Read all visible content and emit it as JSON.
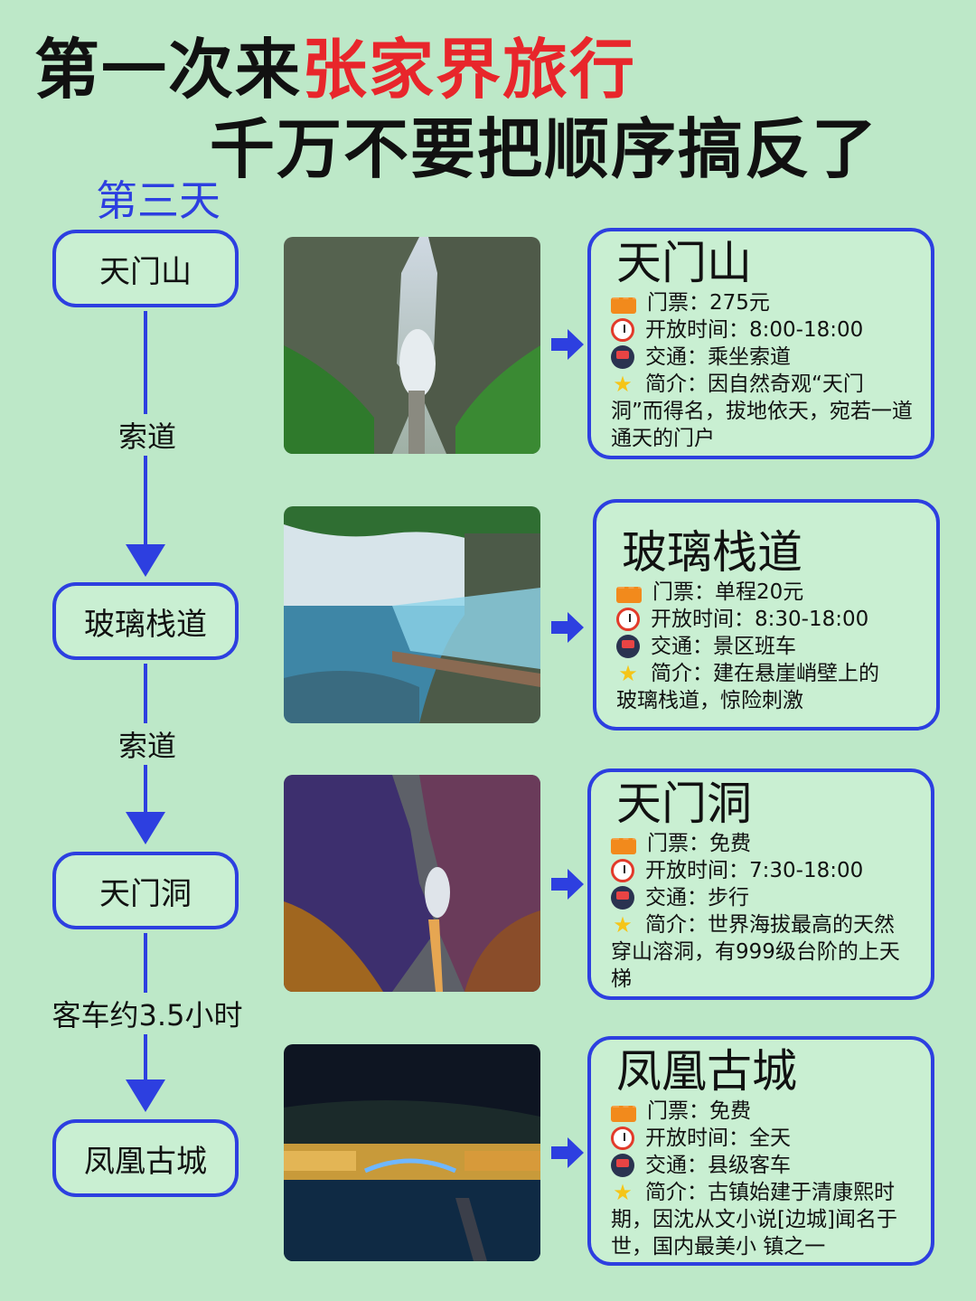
{
  "header": {
    "title_prefix": "第一次来",
    "title_highlight": "张家界旅行",
    "subtitle": "千万不要把顺序搞反了"
  },
  "day_label": "第三天",
  "route": {
    "nodes": [
      "天门山",
      "玻璃栈道",
      "天门洞",
      "凤凰古城"
    ],
    "edges": [
      "索道",
      "索道",
      "客车约3.5小时"
    ]
  },
  "cards": [
    {
      "title": "天门山",
      "ticket": "门票：275元",
      "hours": "开放时间：8:00-18:00",
      "transport": "交通：乘坐索道",
      "intro_head": "简介：因自然奇观“天门",
      "intro_rest": "洞”而得名，拔地依天，宛若一道通天的门户"
    },
    {
      "title": "玻璃栈道",
      "ticket": "门票：单程20元",
      "hours": "开放时间：8:30-18:00",
      "transport": "交通：景区班车",
      "intro_head": "简介：建在悬崖峭壁上的",
      "intro_rest": "玻璃栈道，惊险刺激"
    },
    {
      "title": "天门洞",
      "ticket": "门票：免费",
      "hours": "开放时间：7:30-18:00",
      "transport": "交通：步行",
      "intro_head": "简介：世界海拔最高的天然",
      "intro_rest": "穿山溶洞，有999级台阶的上天梯"
    },
    {
      "title": "凤凰古城",
      "ticket": "门票：免费",
      "hours": "开放时间：全天",
      "transport": "交通：县级客车",
      "intro_head": "简介：古镇始建于清康熙时",
      "intro_rest": "期，因沈从文小说[边城]闻名于世，国内最美小 镇之一"
    }
  ],
  "icons": {
    "ticket": "ticket-icon",
    "hours": "alarm-clock-icon",
    "transport": "train-icon",
    "intro": "star-icon"
  },
  "colors": {
    "background": "#bde8c8",
    "accent_blue": "#2d3fe0",
    "highlight_red": "#e8262b"
  }
}
